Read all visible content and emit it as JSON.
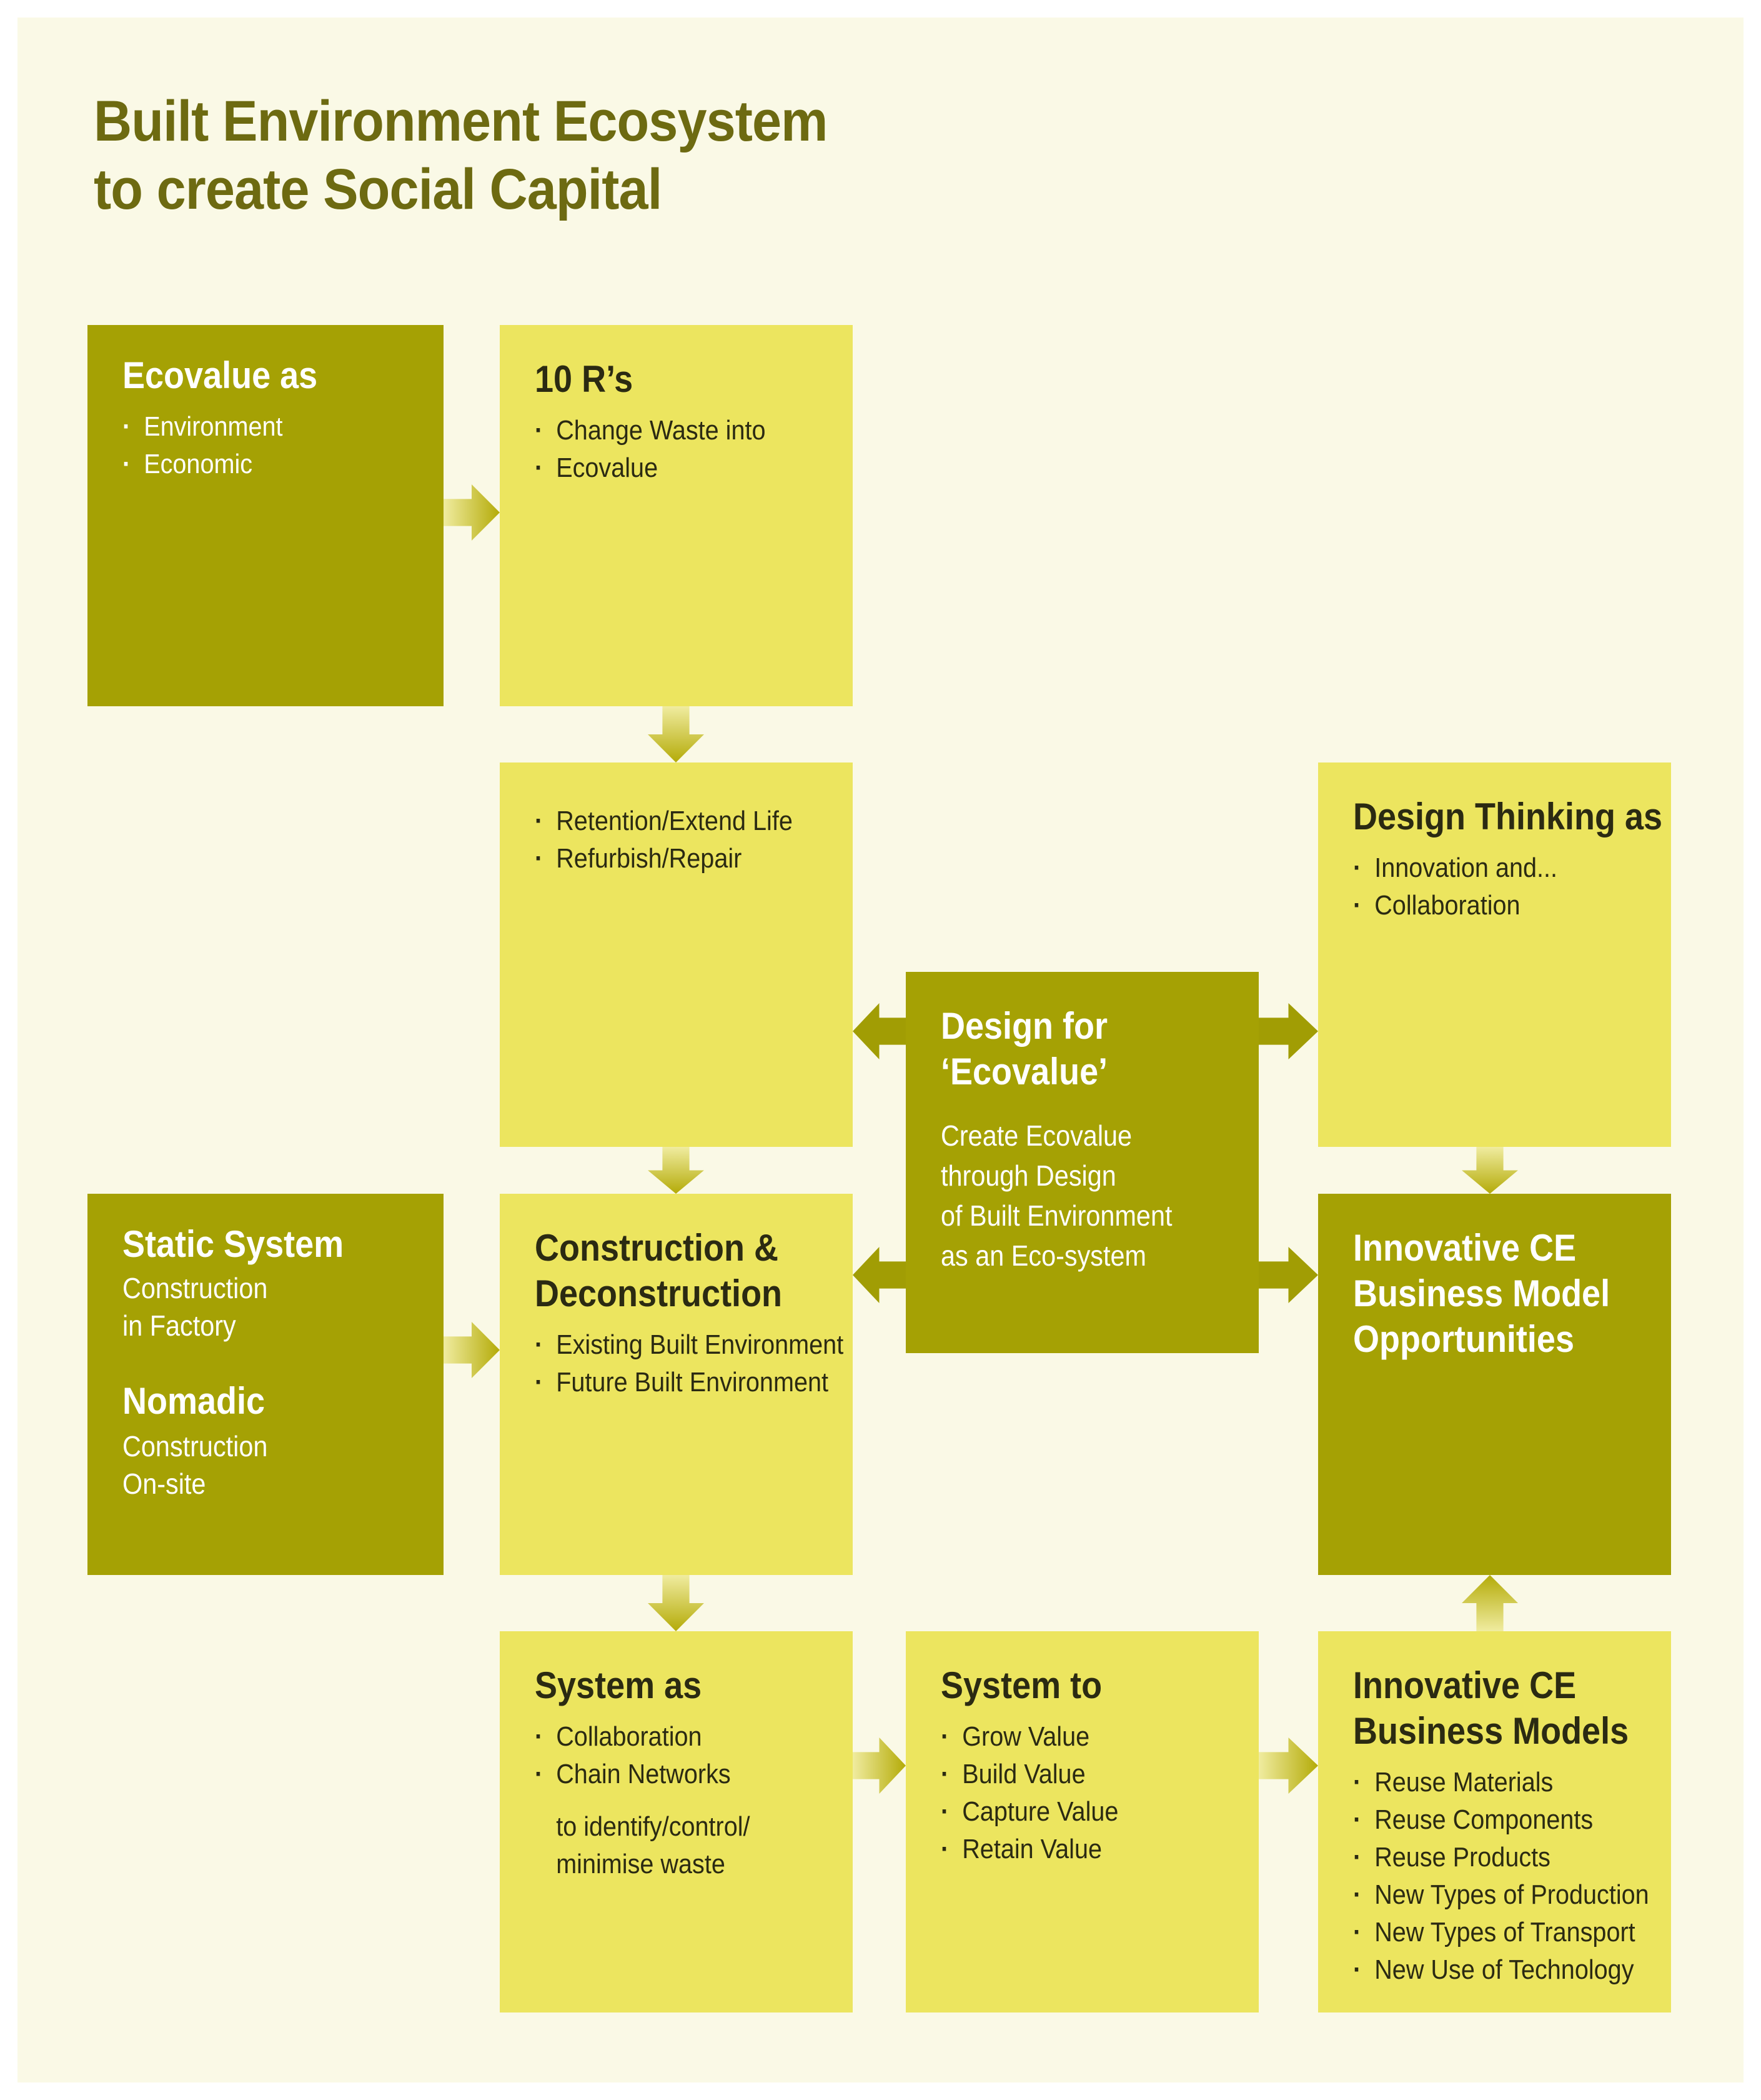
{
  "page": {
    "title": "Built Environment Ecosystem\nto create Social Capital"
  },
  "colors": {
    "olive_box": "#a5a104",
    "yellow_box": "#ece55f",
    "cream_background": "#faf9e6",
    "page_title_text": "#6d6a11",
    "dark_text": "#2b2a12",
    "white_text": "#ffffff",
    "arrow_gradient_light": "#f0eca0",
    "arrow_gradient_dark": "#b4ab08"
  },
  "boxes": {
    "ecovalue": {
      "title": "Ecovalue as",
      "items": [
        "Environment",
        "Economic"
      ]
    },
    "ten_rs": {
      "title": "10 R’s",
      "items": [
        "Change Waste into",
        "Ecovalue"
      ]
    },
    "retention": {
      "items": [
        "Retention/Extend Life",
        "Refurbish/Repair"
      ]
    },
    "design_thinking": {
      "title": "Design Thinking as",
      "items": [
        "Innovation and...",
        "Collaboration"
      ]
    },
    "design_for_ecovalue": {
      "title": "Design for\n‘Ecovalue’",
      "body": "Create Ecovalue\nthrough Design\nof Built Environment\nas an Eco-system"
    },
    "static_system": {
      "sections": [
        {
          "title": "Static System",
          "lines": "Construction\nin Factory"
        },
        {
          "title": "Nomadic",
          "lines": "Construction\nOn-site"
        }
      ]
    },
    "construction": {
      "title": "Construction &\nDeconstruction",
      "items": [
        "Existing Built Environment",
        "Future Built Environment"
      ]
    },
    "opportunities": {
      "title": "Innovative CE\nBusiness Model\nOpportunities"
    },
    "system_as": {
      "title": "System as",
      "items": [
        "Collaboration",
        "Chain Networks"
      ],
      "note": "to identify/control/\nminimise waste"
    },
    "system_to": {
      "title": "System to",
      "items": [
        "Grow Value",
        "Build Value",
        "Capture Value",
        "Retain Value"
      ]
    },
    "business_models": {
      "title": "Innovative CE\nBusiness Models",
      "items": [
        "Reuse Materials",
        "Reuse Components",
        "Reuse Products",
        "New Types of Production",
        "New Types of Transport",
        "New Use of Technology"
      ]
    }
  }
}
